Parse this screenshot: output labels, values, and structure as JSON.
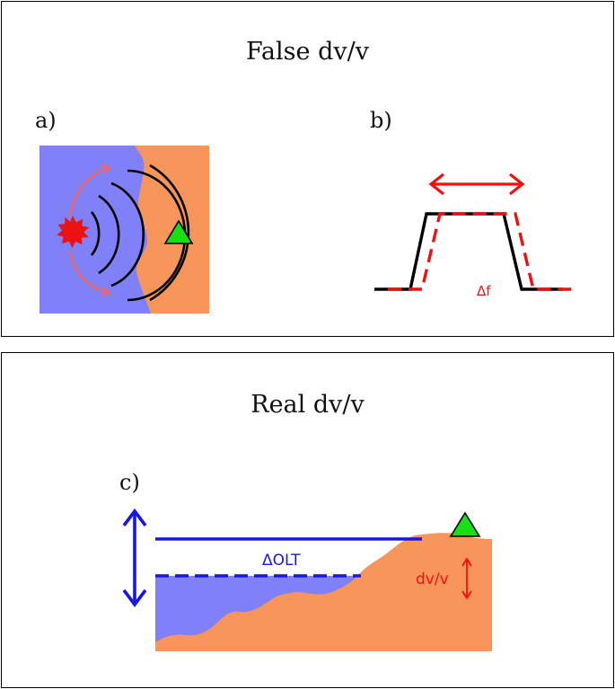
{
  "panels": {
    "top": {
      "title": "False dv/v",
      "label_a": "a)",
      "label_b": "b)",
      "delta_f": "Δf"
    },
    "bottom": {
      "title": "Real dv/v",
      "label_c": "c)",
      "delta_olt": "ΔOLT",
      "dvv": "dv/v"
    }
  },
  "colors": {
    "blue_fill": "#8080f8",
    "orange_fill": "#f8955a",
    "red": "#ee1111",
    "salmon": "#f06666",
    "blue_line": "#1616e6",
    "green": "#17e017",
    "black": "#000000"
  },
  "icons": {
    "source": "star-burst-icon",
    "station": "triangle-station-icon"
  }
}
